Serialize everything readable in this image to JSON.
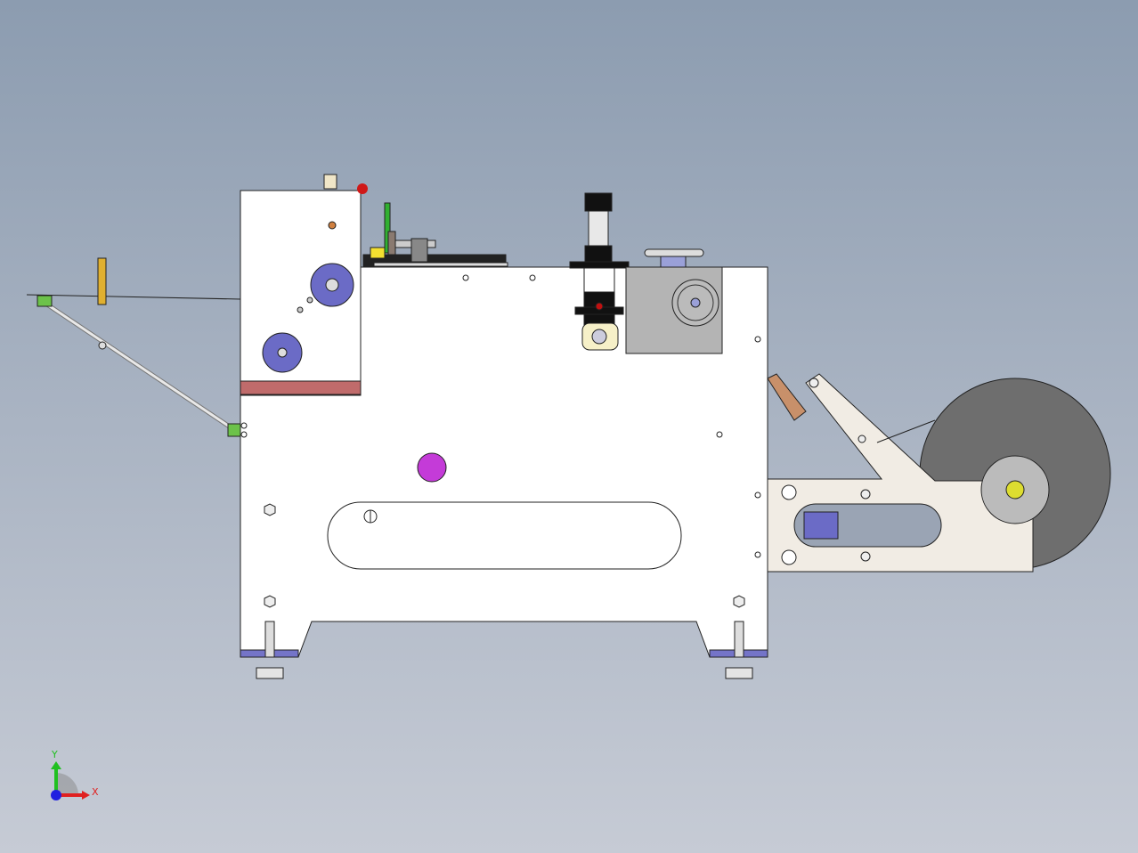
{
  "viewport": {
    "type": "cad-3d-view",
    "model": "cutting-machine-side-view"
  },
  "triad": {
    "x_label": "X",
    "y_label": "Y"
  },
  "colors": {
    "background_top": "#8c9cb0",
    "background_bottom": "#c6cbd5",
    "frame": "#ffffff",
    "roller": "#6b6bc6",
    "magenta_hub": "#c43bd8",
    "red_strip": "#c06b6b",
    "roll": "#6e6e6e",
    "arm": "#f1ece4",
    "axis_x": "#e02020",
    "axis_y": "#20c020",
    "axis_z": "#2020e0"
  }
}
